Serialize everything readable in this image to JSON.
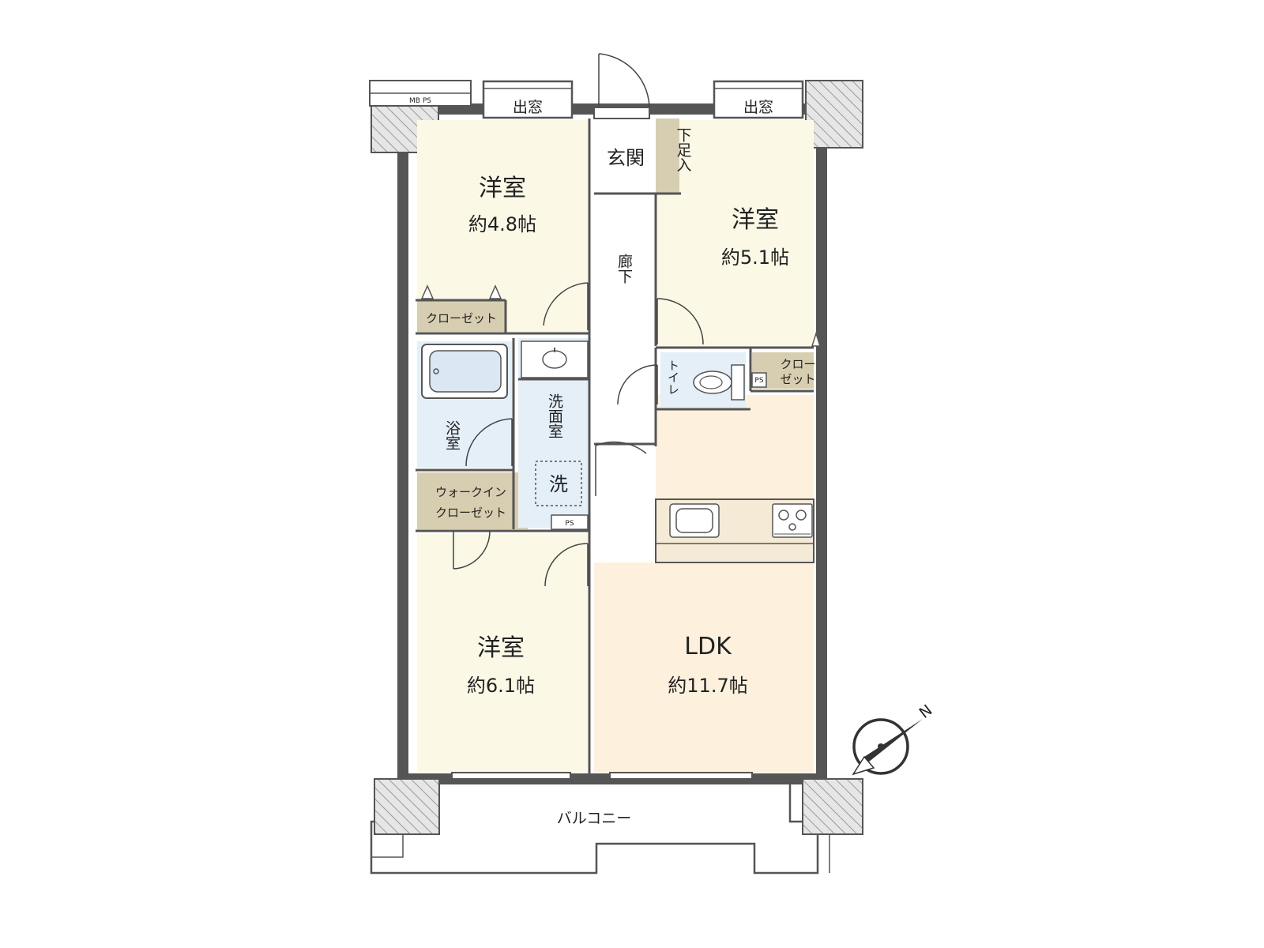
{
  "colors": {
    "bedroom": "#fbf8e6",
    "ldk": "#fdf1de",
    "closet": "#d7ceb1",
    "wet": "#e4eff8",
    "hall": "#ffffff",
    "wall": "#555555",
    "hatch": "#c8c8c8"
  },
  "rooms": {
    "bed1": {
      "name": "洋室",
      "area": "約4.8帖"
    },
    "bed2": {
      "name": "洋室",
      "area": "約5.1帖"
    },
    "bed3": {
      "name": "洋室",
      "area": "約6.1帖"
    },
    "ldk": {
      "name": "LDK",
      "area": "約11.7帖"
    },
    "entrance": "玄関",
    "shoe_storage": "下足入",
    "corridor": "廊下",
    "toilet": "トイレ",
    "bath": "浴室",
    "washroom": "洗面室",
    "washer": "洗",
    "balcony": "バルコニー"
  },
  "labels": {
    "bay_window": "出窓",
    "mb_ps": "MB PS",
    "ps": "PS",
    "closet": "クローゼット",
    "closet_small_1": "クロー",
    "closet_small_2": "ゼット",
    "walkin_1": "ウォークイン",
    "walkin_2": "クローゼット"
  },
  "compass": {
    "north_label": "N"
  }
}
